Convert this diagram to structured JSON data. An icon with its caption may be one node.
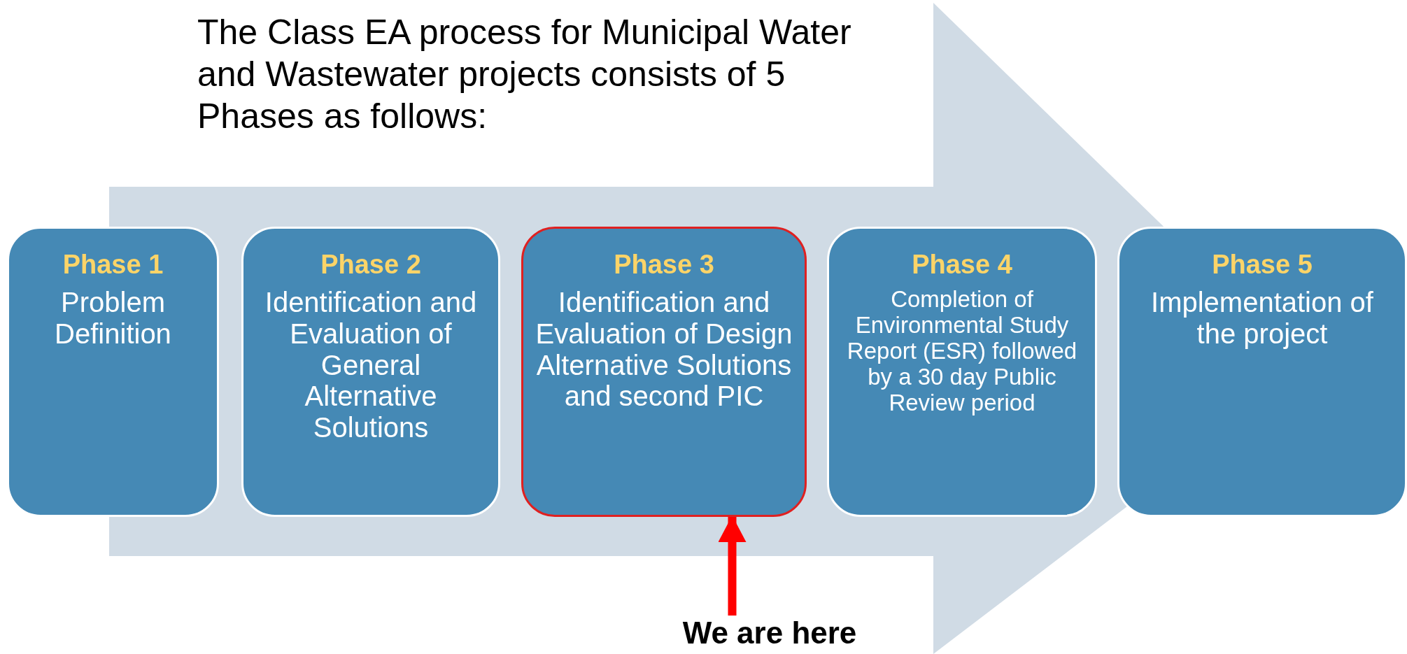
{
  "diagram": {
    "title": "The Class EA process for Municipal Water and Wastewater projects consists of 5 Phases as follows:",
    "nodes": [
      {
        "text": [
          "Phase 1",
          "Problem Definition"
        ]
      },
      {
        "text": [
          "Phase 2",
          "Identification and Evaluation of General Alternative Solutions"
        ]
      },
      {
        "text": [
          "Phase 3",
          "Identification and Evaluation of Design Alternative Solutions and second PIC"
        ]
      },
      {
        "text": [
          "Phase 4",
          "Completion of Environmental Study Report (ESR) followed by a 30 day Public Review period"
        ]
      },
      {
        "text": [
          "Phase 5",
          "Implementation of the project"
        ]
      },
      {
        "text": [
          "We are here"
        ]
      }
    ],
    "edges": [
      {
        "from": 5,
        "to": 2,
        "arrow": "to",
        "color": "#ff0000"
      },
      {
        "from": 0,
        "to": 4,
        "arrow": "to"
      }
    ]
  }
}
